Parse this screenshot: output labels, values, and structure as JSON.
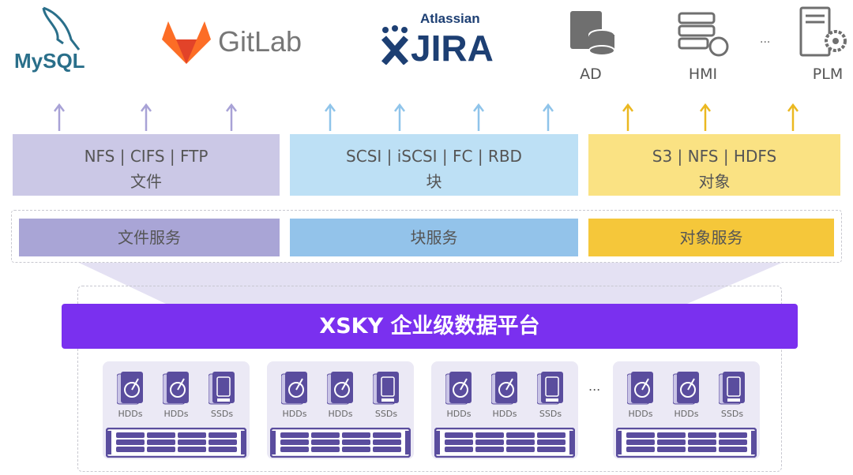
{
  "apps": {
    "mysql": "MySQL",
    "gitlab": "GitLab",
    "jira_brand": "Atlassian",
    "jira": "JIRA",
    "ad": "AD",
    "hmi": "HMI",
    "ellipsis": "...",
    "plm": "PLM"
  },
  "protocols": [
    {
      "line1": "NFS | CIFS | FTP",
      "line2": "文件",
      "color": "#cbc8e6",
      "arrow": "#a8a2d6"
    },
    {
      "line1": "SCSI | iSCSI | FC | RBD",
      "line2": "块",
      "color": "#bde0f5",
      "arrow": "#8fc4ea"
    },
    {
      "line1": "S3 | NFS | HDFS",
      "line2": "对象",
      "color": "#fae283",
      "arrow": "#ebb820"
    }
  ],
  "services": [
    {
      "label": "文件服务",
      "color": "#a9a5d6"
    },
    {
      "label": "块服务",
      "color": "#93c3ea"
    },
    {
      "label": "对象服务",
      "color": "#f5c73a"
    }
  ],
  "platform": {
    "title": "XSKY 企业级数据平台",
    "color": "#7a30ef"
  },
  "nodes": [
    {
      "drives": [
        "HDDs",
        "HDDs",
        "SSDs"
      ]
    },
    {
      "drives": [
        "HDDs",
        "HDDs",
        "SSDs"
      ]
    },
    {
      "drives": [
        "HDDs",
        "HDDs",
        "SSDs"
      ]
    },
    {
      "drives": [
        "HDDs",
        "HDDs",
        "SSDs"
      ]
    }
  ],
  "nodes_ellipsis": "...",
  "colors": {
    "icon_purple": "#5a4d9e",
    "gray_icon": "#6f6f6f"
  }
}
